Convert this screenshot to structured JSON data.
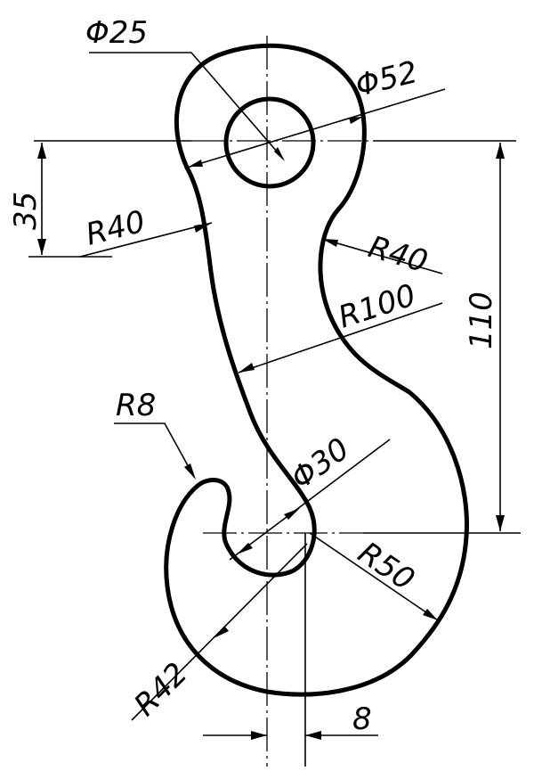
{
  "drawing": {
    "dimensions": {
      "dia_25": "Φ25",
      "dia_52": "Φ52",
      "dist_35": "35",
      "r40_left": "R40",
      "r40_right": "R40",
      "r100": "R100",
      "dist_110": "110",
      "r8": "R8",
      "dia_30": "Φ30",
      "r50": "R50",
      "r42": "R42",
      "dist_8": "8"
    }
  }
}
